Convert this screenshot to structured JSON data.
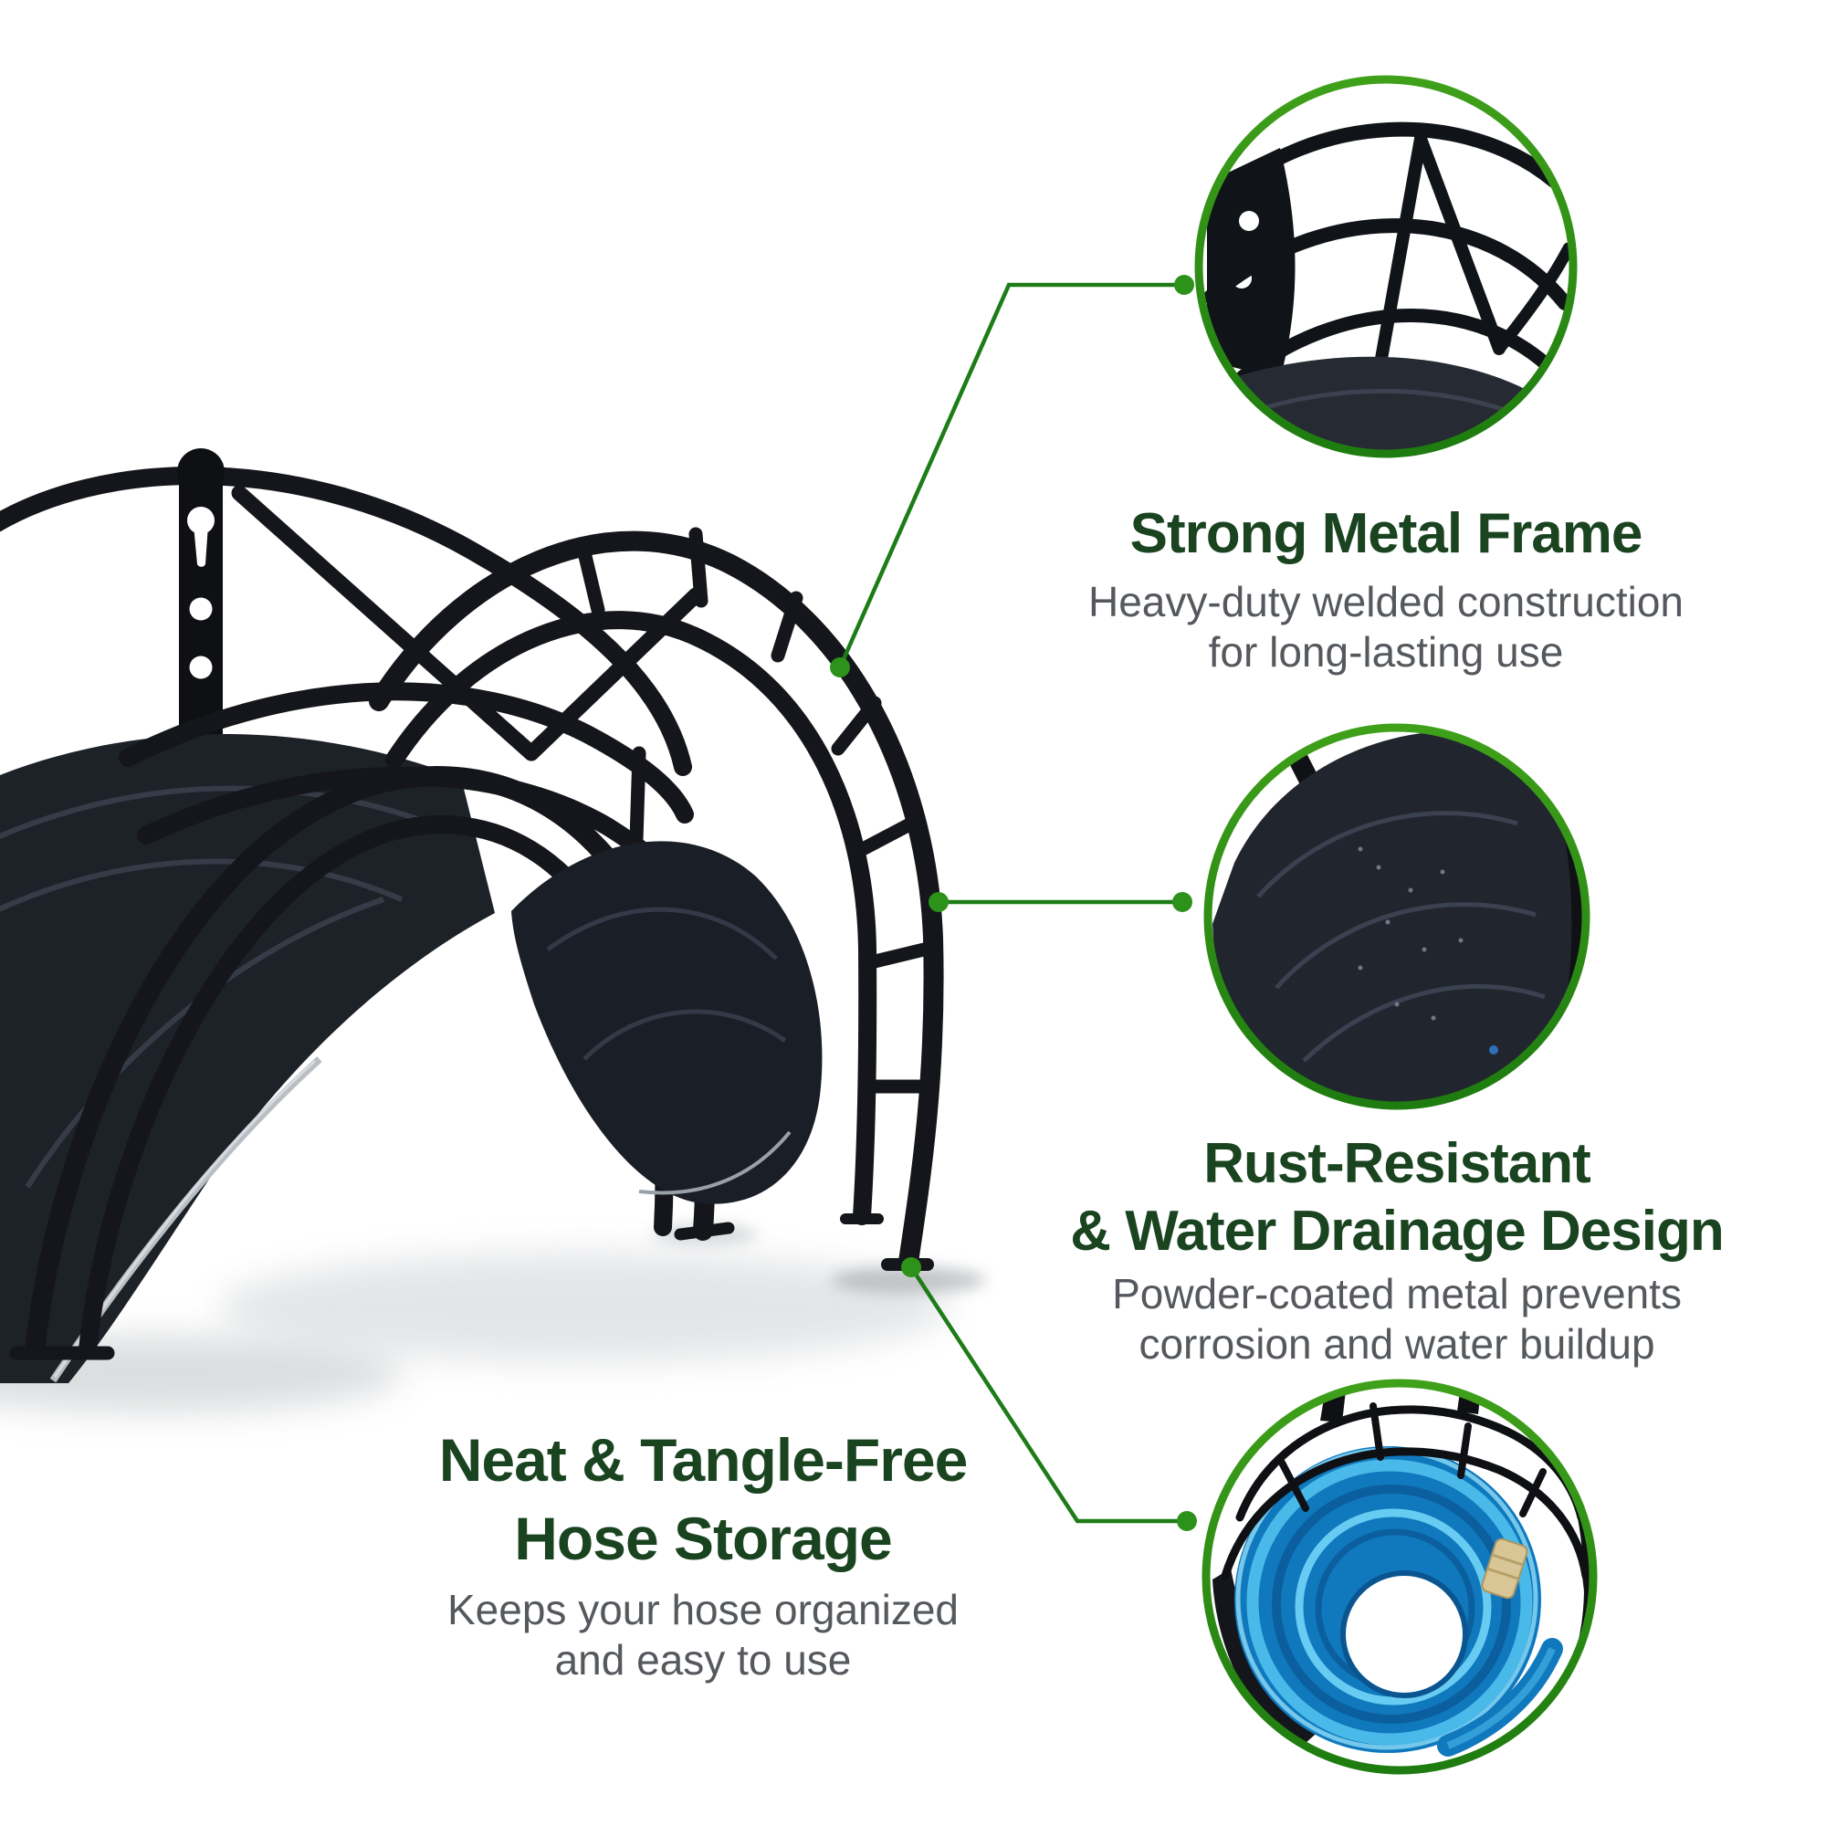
{
  "page": {
    "type": "product-feature-infographic",
    "background": "#ffffff"
  },
  "palette": {
    "feature_title_green": "#1a4420",
    "description_gray": "#55595d",
    "callout_ring_green": "#2e8c12",
    "connector_line_green": "#1d7c17",
    "connector_dot_green": "#2c9219",
    "product_black": "#14161b",
    "hose_blue": "#1079bd"
  },
  "product": {
    "name": "Wall-mounted metal garden hose hanger"
  },
  "features": [
    {
      "id": "strong-metal-frame",
      "title_lines": [
        "Strong Metal Frame"
      ],
      "description_lines": [
        "Heavy-duty welded construction",
        "for long-lasting use"
      ],
      "callout_image": "metal-frame-closeup"
    },
    {
      "id": "rust-resistant-drainage",
      "title_lines": [
        "Rust-Resistant",
        "& Water Drainage Design"
      ],
      "description_lines": [
        "Powder-coated metal prevents",
        "corrosion and water buildup"
      ],
      "callout_image": "panel-drainage-closeup"
    },
    {
      "id": "tangle-free-storage",
      "title_lines": [
        "Neat & Tangle-Free",
        "Hose Storage"
      ],
      "description_lines": [
        "Keeps your hose organized",
        "and easy to use"
      ],
      "callout_image": "hose-coiled-on-hanger"
    }
  ]
}
